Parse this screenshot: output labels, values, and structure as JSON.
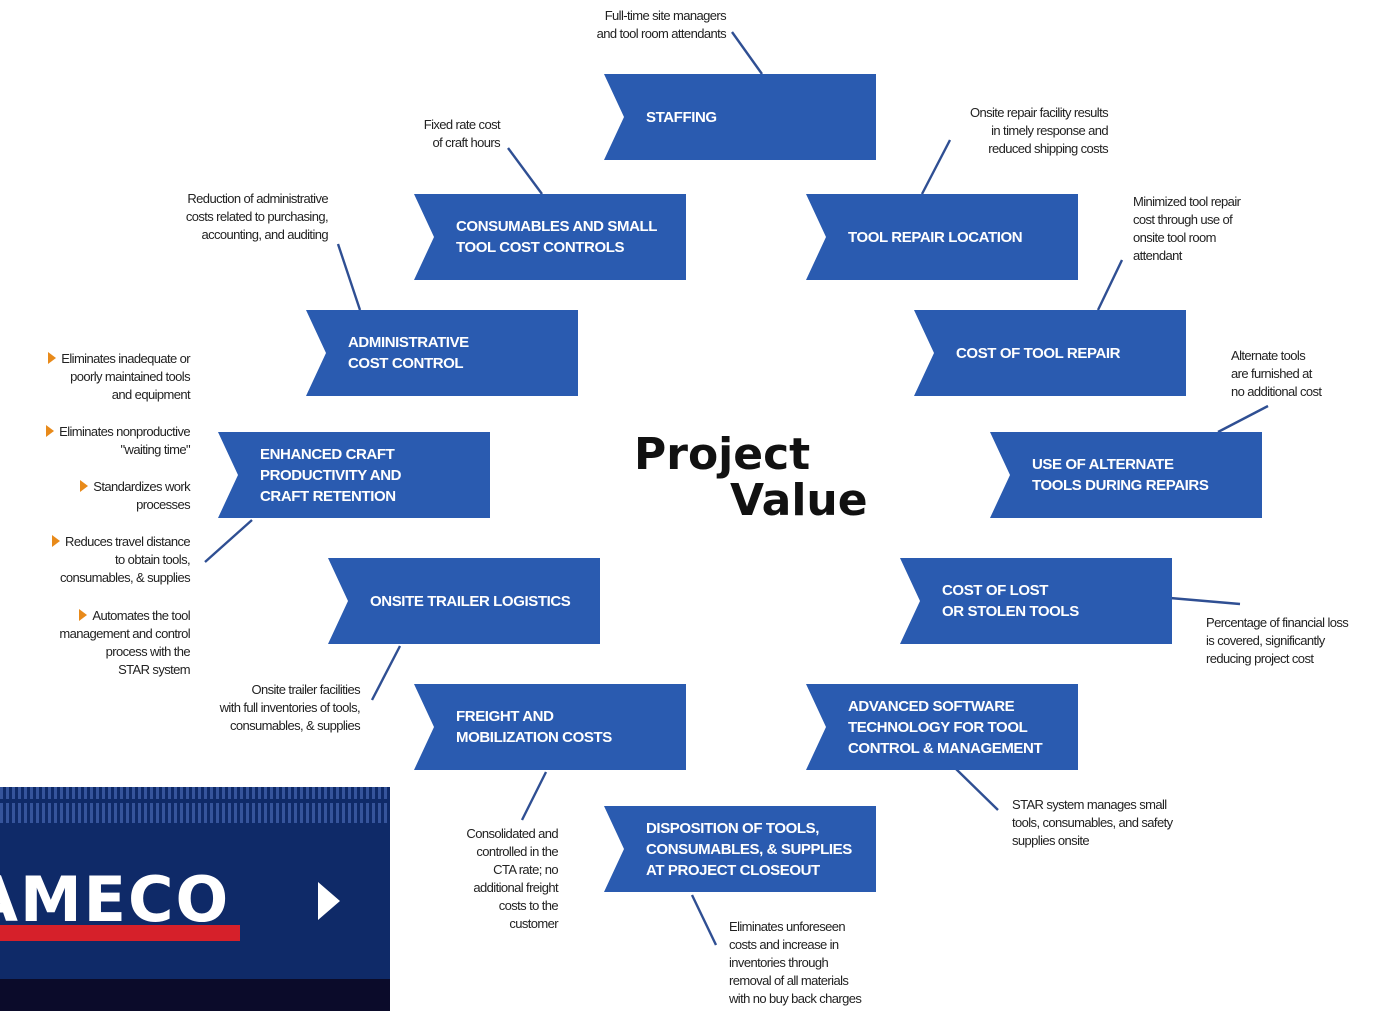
{
  "title": {
    "line1": "Project",
    "line2": "Value"
  },
  "boxes": {
    "staffing": "STAFFING",
    "consumables": "CONSUMABLES AND SMALL\nTOOL COST CONTROLS",
    "tool_repair_location": "TOOL REPAIR LOCATION",
    "admin": "ADMINISTRATIVE\nCOST CONTROL",
    "cost_tool_repair": "COST OF TOOL REPAIR",
    "enhanced": "ENHANCED CRAFT\nPRODUCTIVITY AND\nCRAFT RETENTION",
    "alternate": "USE OF ALTERNATE\nTOOLS DURING REPAIRS",
    "onsite_trailer": "ONSITE TRAILER LOGISTICS",
    "lost_stolen": "COST OF LOST\nOR STOLEN TOOLS",
    "freight": "FREIGHT AND\nMOBILIZATION COSTS",
    "software": "ADVANCED SOFTWARE\nTECHNOLOGY FOR TOOL\nCONTROL & MANAGEMENT",
    "disposition": "DISPOSITION OF TOOLS,\nCONSUMABLES, & SUPPLIES\nAT PROJECT CLOSEOUT"
  },
  "notes": {
    "staffing": "Full-time site managers\nand tool room attendants",
    "consumables": "Fixed rate cost\nof craft hours",
    "tool_repair_location": "Onsite repair facility results\nin timely response and\nreduced shipping costs",
    "admin": "Reduction of administrative\ncosts related to purchasing,\naccounting, and auditing",
    "cost_tool_repair": "Minimized tool repair\ncost through use of\nonsite tool room\nattendant",
    "alternate": "Alternate tools\nare furnished at\nno additional cost",
    "onsite_trailer": "Onsite trailer facilities\nwith full inventories of tools,\nconsumables, & supplies",
    "lost_stolen": "Percentage of financial loss\nis covered, significantly\nreducing project cost",
    "freight": "Consolidated and\ncontrolled in the\nCTA rate; no\nadditional freight\ncosts to the\ncustomer",
    "software": "STAR system manages small\ntools, consumables, and safety\nsupplies onsite",
    "disposition": "Eliminates unforeseen\ncosts and increase in\ninventories through\nremoval of all materials\nwith no buy back charges"
  },
  "bullets": [
    "Eliminates inadequate or\npoorly maintained tools\nand equipment",
    "Eliminates nonproductive\n\"waiting time\"",
    "Standardizes work\nprocesses",
    "Reduces travel distance\nto obtain tools,\nconsumables, & supplies",
    "Automates the tool\nmanagement and control\nprocess with the\nSTAR system"
  ],
  "logo": {
    "brand": "AMECO"
  },
  "colors": {
    "box": "#2a5bb0",
    "connector": "#2f4f93",
    "bullet_arrow": "#e88a1a",
    "logo_bg": "#0f2a68",
    "logo_stripe": "#d6202a"
  }
}
